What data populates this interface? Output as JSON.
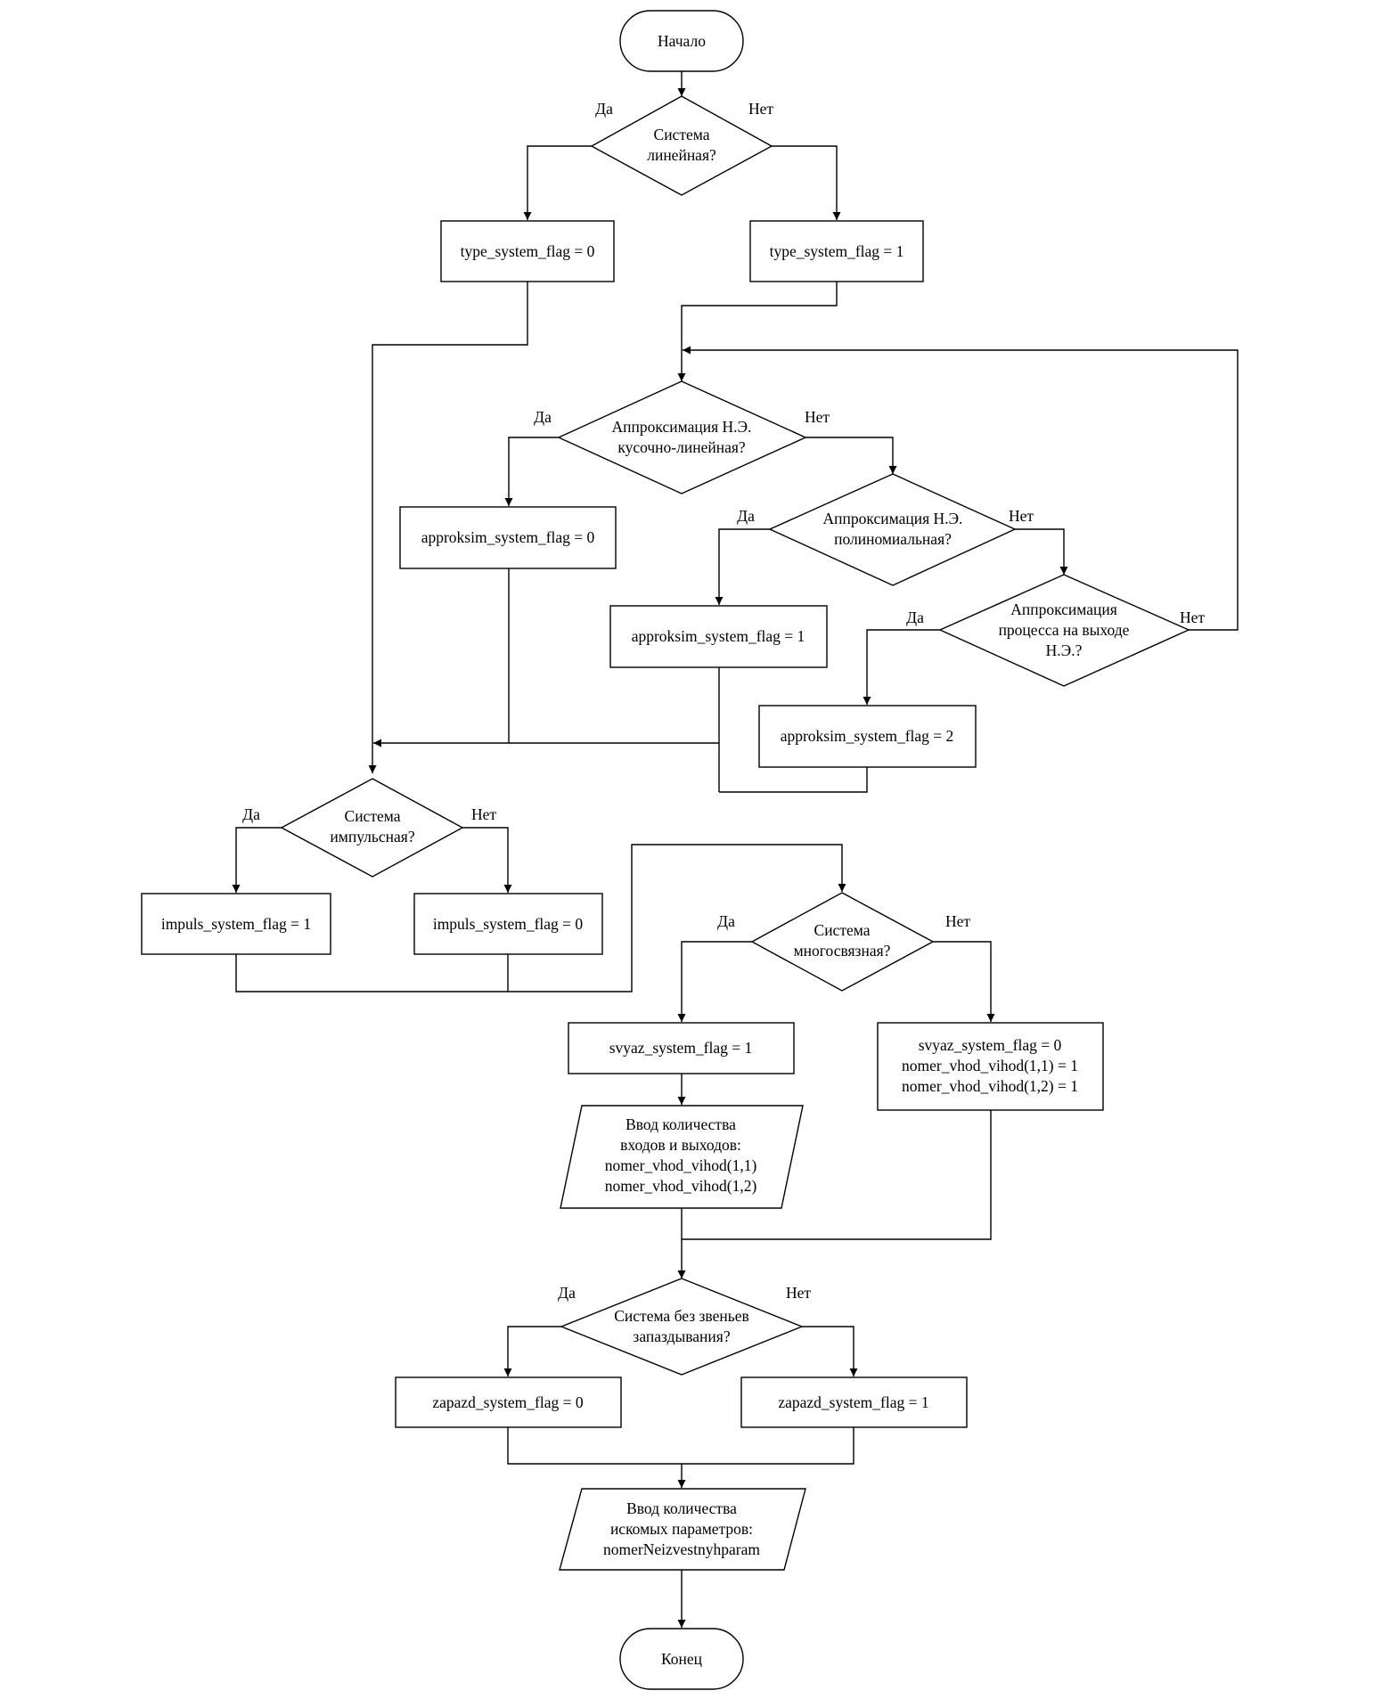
{
  "start": "Начало",
  "end": "Конец",
  "yes": "Да",
  "no": "Нет",
  "d1": {
    "line1": "Система",
    "line2": "линейная?"
  },
  "b_type0": "type_system_flag = 0",
  "b_type1": "type_system_flag = 1",
  "d2": {
    "line1": "Аппроксимация Н.Э.",
    "line2": "кусочно-линейная?"
  },
  "d3": {
    "line1": "Аппроксимация Н.Э.",
    "line2": "полиномиальная?"
  },
  "d4": {
    "line1": "Аппроксимация",
    "line2": "процесса на выходе",
    "line3": "Н.Э.?"
  },
  "b_appr0": "approksim_system_flag = 0",
  "b_appr1": "approksim_system_flag = 1",
  "b_appr2": "approksim_system_flag = 2",
  "d5": {
    "line1": "Система",
    "line2": "импульсная?"
  },
  "b_imp1": "impuls_system_flag = 1",
  "b_imp0": "impuls_system_flag = 0",
  "d6": {
    "line1": "Система",
    "line2": "многосвязная?"
  },
  "b_svyaz1": "svyaz_system_flag = 1",
  "b_svyaz0": {
    "line1": "svyaz_system_flag = 0",
    "line2": "nomer_vhod_vihod(1,1) = 1",
    "line3": "nomer_vhod_vihod(1,2) = 1"
  },
  "io1": {
    "line1": "Ввод количества",
    "line2": "входов и выходов:",
    "line3": "nomer_vhod_vihod(1,1)",
    "line4": "nomer_vhod_vihod(1,2)"
  },
  "d7": {
    "line1": "Система без звеньев",
    "line2": "запаздывания?"
  },
  "b_zap0": "zapazd_system_flag = 0",
  "b_zap1": "zapazd_system_flag = 1",
  "io2": {
    "line1": "Ввод количества",
    "line2": "искомых параметров:",
    "line3": "nomerNeizvestnyhparam"
  }
}
